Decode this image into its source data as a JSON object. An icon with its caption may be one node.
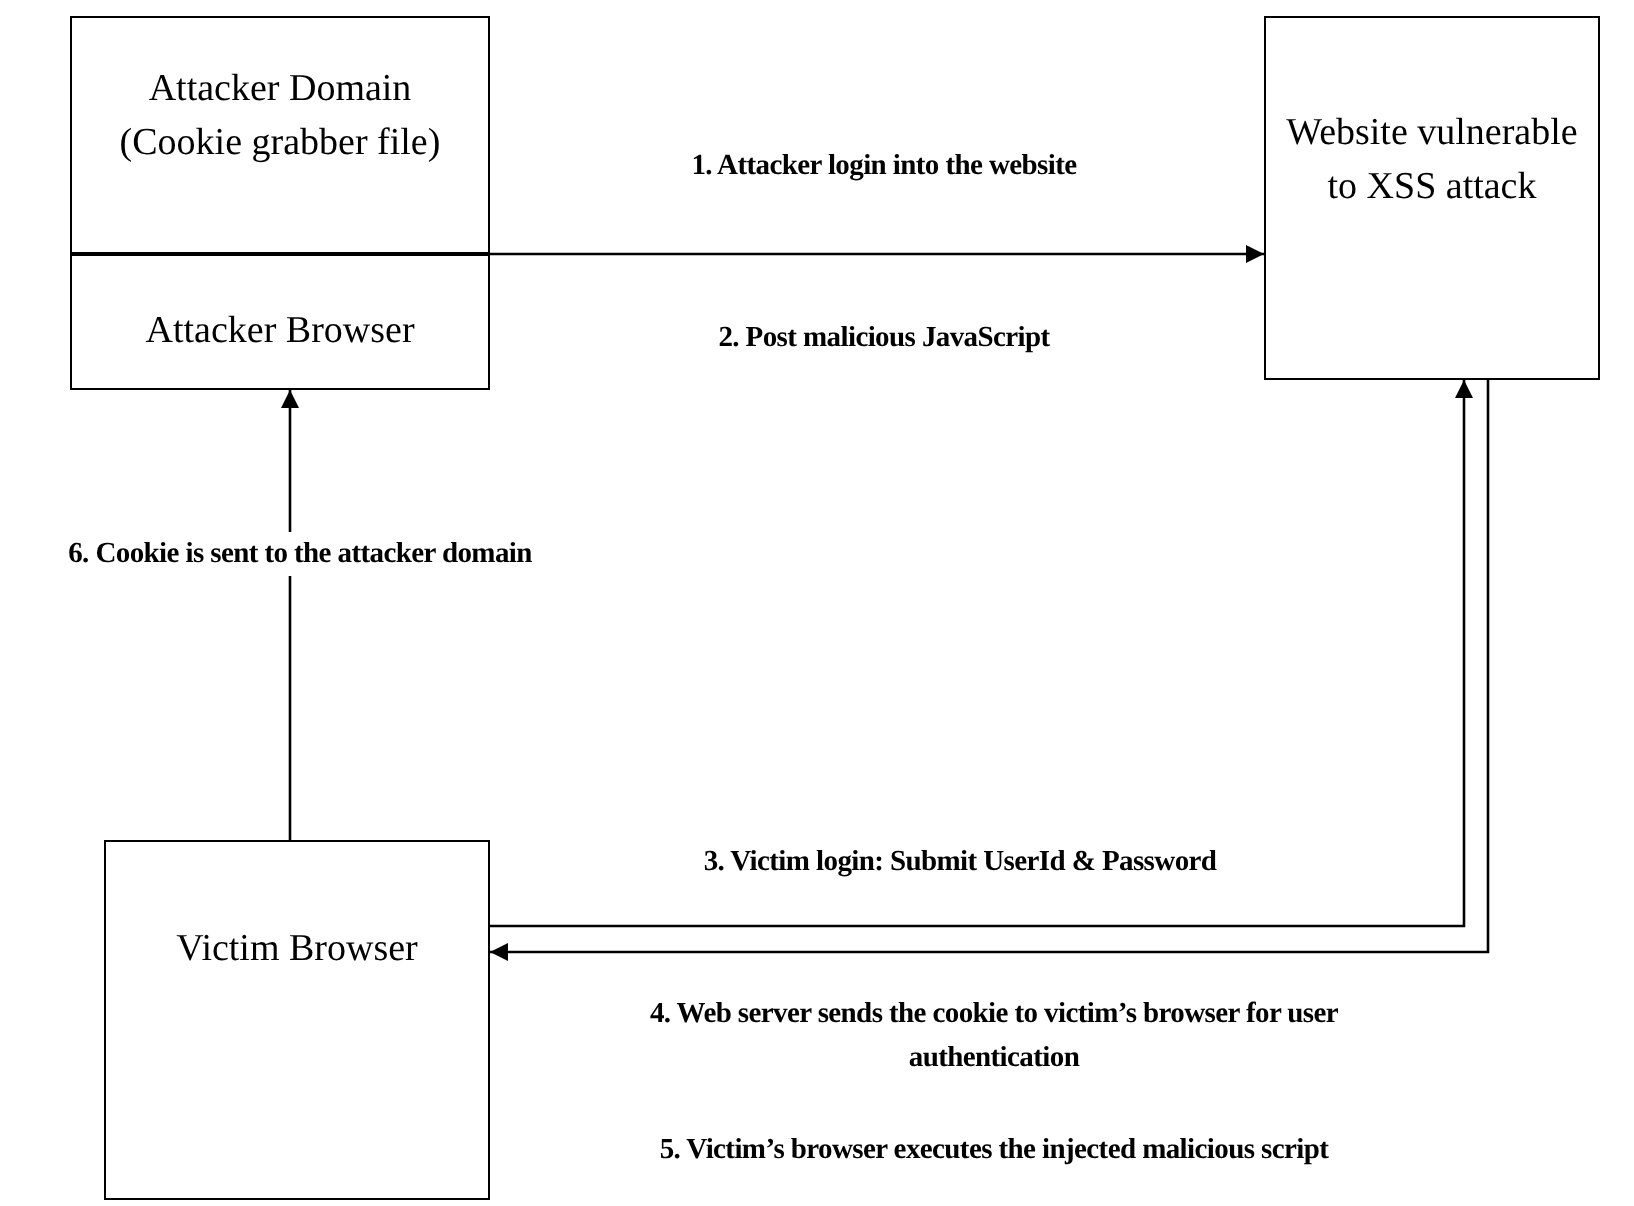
{
  "diagram": {
    "nodes": [
      {
        "text": [
          "Attacker Domain (Cookie grabber file)"
        ]
      },
      {
        "text": [
          "Attacker Browser"
        ]
      },
      {
        "text": [
          "Website vulnerable to XSS attack"
        ]
      },
      {
        "text": [
          "Victim Browser"
        ]
      }
    ],
    "edges": [
      {
        "from": 1,
        "to": 2,
        "arrow": "to",
        "label": "1. Attacker login into the website"
      },
      {
        "from": 3,
        "to": 2,
        "arrow": "to",
        "label": "3. Victim login: Submit UserId & Password"
      },
      {
        "from": 2,
        "to": 3,
        "arrow": "to",
        "label": "4. Web server sends the cookie to victim’s browser for user authentication"
      },
      {
        "from": 3,
        "to": 1,
        "arrow": "to",
        "label": "6. Cookie is sent to the attacker domain"
      }
    ],
    "labels": [
      "2.  Post malicious JavaScript",
      "5. Victim’s browser executes the injected malicious script"
    ]
  }
}
